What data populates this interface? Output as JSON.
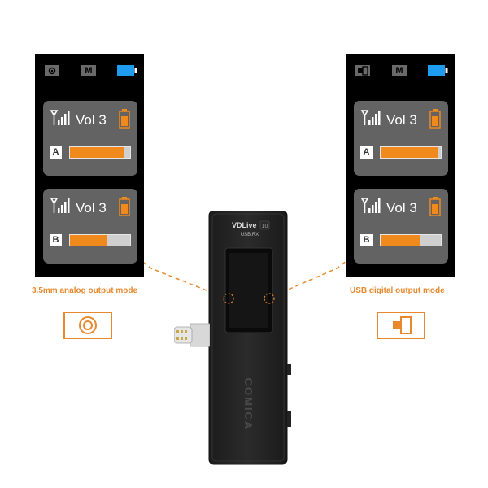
{
  "left_display": {
    "channels": [
      {
        "label": "A",
        "volume_text": "Vol 3",
        "level": 0.9
      },
      {
        "label": "B",
        "volume_text": "Vol 3",
        "level": 0.62
      }
    ],
    "mode_caption": "3.5mm analog output mode",
    "status_icons": [
      "analog-output-icon",
      "mic-mode-icon",
      "battery-icon"
    ]
  },
  "right_display": {
    "channels": [
      {
        "label": "A",
        "volume_text": "Vol 3",
        "level": 0.95
      },
      {
        "label": "B",
        "volume_text": "Vol 3",
        "level": 0.65
      }
    ],
    "mode_caption": "USB digital output mode",
    "status_icons": [
      "usb-output-icon",
      "mic-mode-icon",
      "battery-icon"
    ]
  },
  "status_mode_letter": "M",
  "device": {
    "model": "VDLive",
    "model_suffix": "10",
    "submodel": "USB.RX",
    "brand": "COMICA"
  },
  "colors": {
    "accent": "#f08a1c",
    "caption": "#e8892e",
    "battery_status": "#1d9cf0",
    "panel": "#636363"
  }
}
